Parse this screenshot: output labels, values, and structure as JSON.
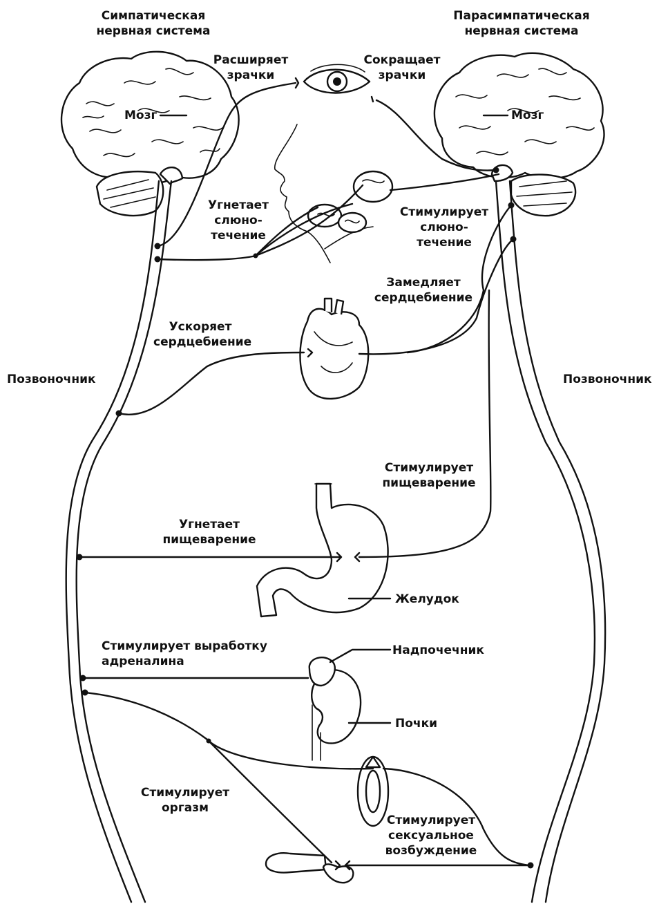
{
  "headings": {
    "sympathetic": [
      "Симпатическая",
      "нервная система"
    ],
    "parasympathetic": [
      "Парасимпатическая",
      "нервная система"
    ]
  },
  "brain_label_left": "Мозг",
  "brain_label_right": "Мозг",
  "spine_label_left": "Позвоночник",
  "spine_label_right": "Позвоночник",
  "effects": {
    "dilate_pupils": [
      "Расширяет",
      "зрачки"
    ],
    "constrict_pupils": [
      "Сокращает",
      "зрачки"
    ],
    "inhibit_salivation": [
      "Угнетает",
      "слюно-",
      "течение"
    ],
    "stimulate_salivation": [
      "Стимулирует",
      "слюно-",
      "течение"
    ],
    "slow_heartbeat": [
      "Замедляет",
      "сердцебиение"
    ],
    "accelerate_heartbeat": [
      "Ускоряет",
      "сердцебиение"
    ],
    "stimulate_digestion": [
      "Стимулирует",
      "пищеварение"
    ],
    "inhibit_digestion": [
      "Угнетает",
      "пищеварение"
    ],
    "stimulate_adrenaline": [
      "Стимулирует выработку",
      "адреналина"
    ],
    "stimulate_orgasm": [
      "Стимулирует",
      "оргазм"
    ],
    "stimulate_arousal": [
      "Стимулирует",
      "сексуальное",
      "возбуждение"
    ]
  },
  "organs": {
    "stomach": "Желудок",
    "adrenal": "Надпочечник",
    "kidneys": "Почки"
  },
  "colors": {
    "ink": "#111111",
    "background": "#ffffff"
  }
}
